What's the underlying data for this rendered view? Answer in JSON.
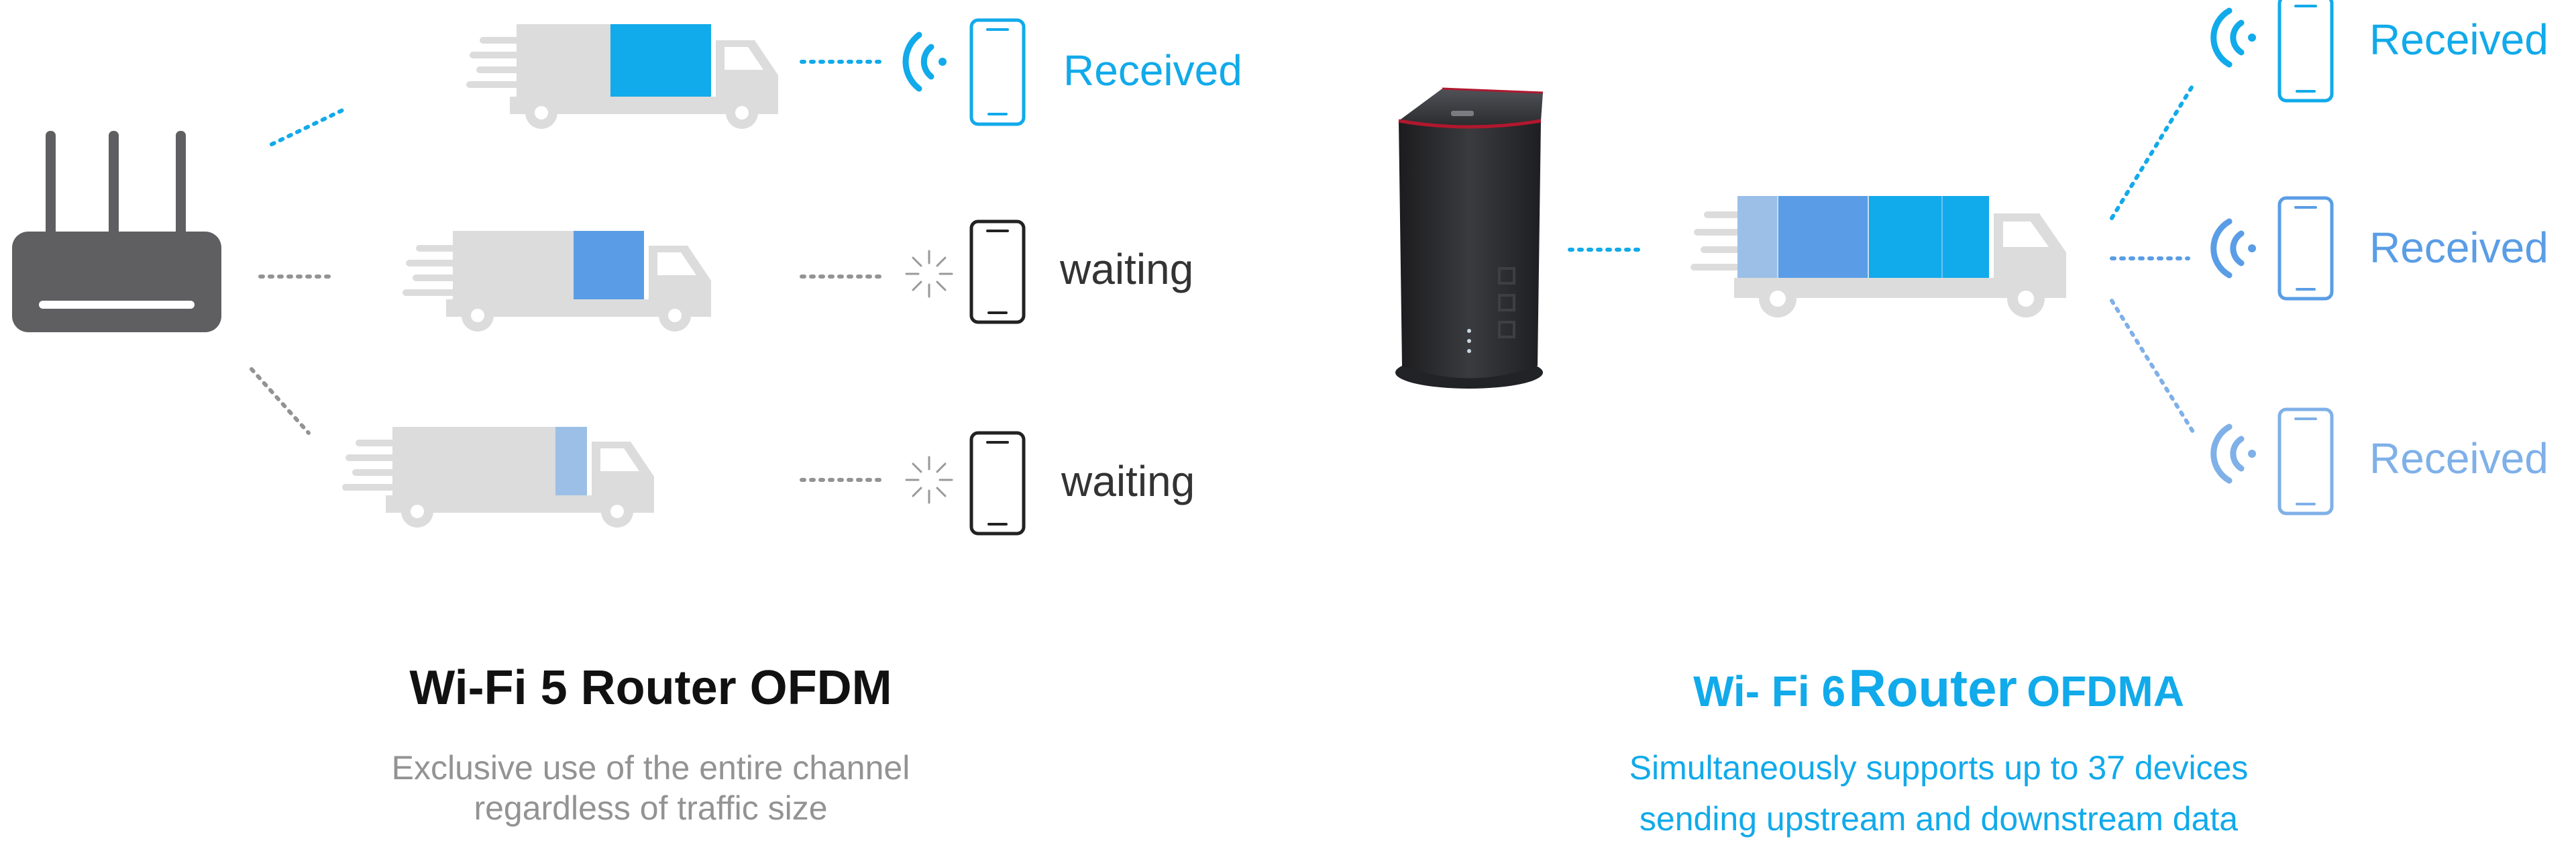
{
  "colors": {
    "blue": "#11aaea",
    "mid_blue": "#5a9de6",
    "light_blue": "#9bbfe6",
    "faded_blue": "#7fb0e8",
    "gray_text": "#939393",
    "dark": "#222222",
    "truck_gray": "#dcdcdc"
  },
  "wifi5": {
    "title": "Wi-Fi 5 Router  OFDM",
    "subtitle_line1": "Exclusive use of the entire channel",
    "subtitle_line2": "regardless of traffic size",
    "devices": [
      {
        "status": "Received",
        "icon": "wifi-signal-icon"
      },
      {
        "status": "waiting",
        "icon": "loading-spinner-icon"
      },
      {
        "status": "waiting",
        "icon": "loading-spinner-icon"
      }
    ]
  },
  "wifi6": {
    "title_prefix": "Wi- Fi 6",
    "title_mid": "Router",
    "title_suffix": "OFDMA",
    "subtitle_line1": "Simultaneously supports up to 37 devices",
    "subtitle_line2": "sending upstream and downstream data",
    "devices": [
      {
        "status": "Received",
        "icon": "wifi-signal-icon"
      },
      {
        "status": "Received",
        "icon": "wifi-signal-icon"
      },
      {
        "status": "Received",
        "icon": "wifi-signal-icon"
      }
    ]
  }
}
